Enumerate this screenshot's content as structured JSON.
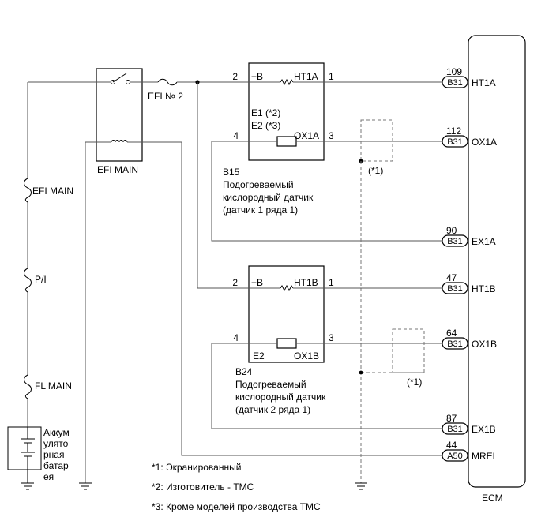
{
  "ecm": {
    "label": "ECM"
  },
  "fuses": {
    "efi_main_relay": "EFI MAIN",
    "efi_no2": "EFI № 2",
    "efi_main": "EFI MAIN",
    "p_i": "P/I",
    "fl_main": "FL MAIN"
  },
  "battery": {
    "lines": [
      "Аккум",
      "улято",
      "рная",
      "батар",
      "ея"
    ]
  },
  "sensor1": {
    "pin_b": "2",
    "b_label": "+B",
    "ht_label": "HT1A",
    "ht_pin": "1",
    "e_lines": [
      "E1 (*2)",
      "E2 (*3)"
    ],
    "ox_label": "OX1A",
    "ox_pin": "3",
    "e_pin": "4",
    "code": "B15",
    "name_lines": [
      "Подогреваемый",
      "кислородный датчик",
      "(датчик 1 ряда 1)"
    ],
    "shield_note": "(*1)"
  },
  "sensor2": {
    "pin_b": "2",
    "b_label": "+B",
    "ht_label": "HT1B",
    "ht_pin": "1",
    "e_pin": "4",
    "ox_pin": "3",
    "e_label": "E2",
    "ox_label": "OX1B",
    "code": "B24",
    "name_lines": [
      "Подогреваемый",
      "кислородный датчик",
      "(датчик 2 ряда 1)"
    ],
    "shield_note": "(*1)"
  },
  "ecm_pins": [
    {
      "num": "109",
      "conn": "B31",
      "name": "HT1A"
    },
    {
      "num": "112",
      "conn": "B31",
      "name": "OX1A"
    },
    {
      "num": "90",
      "conn": "B31",
      "name": "EX1A"
    },
    {
      "num": "47",
      "conn": "B31",
      "name": "HT1B"
    },
    {
      "num": "64",
      "conn": "B31",
      "name": "OX1B"
    },
    {
      "num": "87",
      "conn": "B31",
      "name": "EX1B"
    },
    {
      "num": "44",
      "conn": "A50",
      "name": "MREL"
    }
  ],
  "notes": [
    "*1: Экранированный",
    "*2: Изготовитель - TMC",
    "*3: Кроме моделей производства TMC"
  ]
}
